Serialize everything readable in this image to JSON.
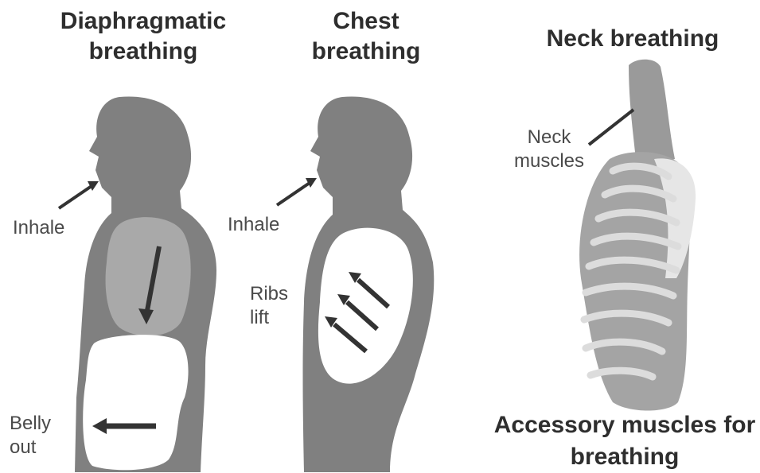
{
  "titles": {
    "diaphragmatic": "Diaphragmatic breathing",
    "chest": "Chest breathing",
    "neck": "Neck breathing",
    "accessory": "Accessory muscles for breathing"
  },
  "labels": {
    "inhale_1": "Inhale",
    "belly_out": "Belly out",
    "inhale_2": "Inhale",
    "ribs_lift": "Ribs lift",
    "neck_muscles": "Neck muscles"
  },
  "colors": {
    "silhouette": "#808080",
    "lung_fill": "#a9a9a9",
    "cavity": "#ffffff",
    "arrow": "#333333",
    "muscle": "#9a9a9a",
    "rib": "#d8d8d8"
  }
}
